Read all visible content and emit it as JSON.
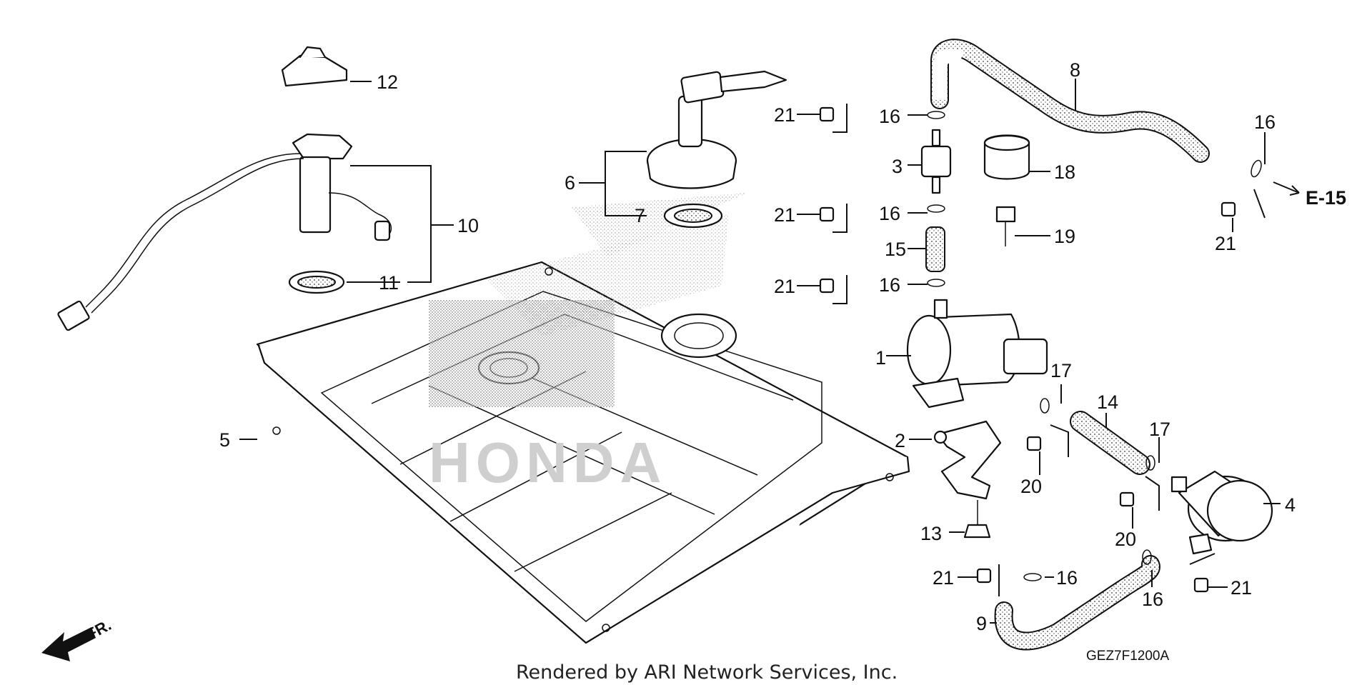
{
  "diagram": {
    "labels": [
      "1",
      "2",
      "3",
      "4",
      "5",
      "6",
      "7",
      "8",
      "9",
      "10",
      "11",
      "12",
      "13",
      "14",
      "15",
      "16",
      "17",
      "18",
      "19",
      "20",
      "21"
    ],
    "reference": "E-15",
    "diagram_code": "GEZ7F1200A",
    "front_arrow": "FR.",
    "credit": "Rendered by ARI Network Services, Inc.",
    "watermark": "HONDA"
  }
}
